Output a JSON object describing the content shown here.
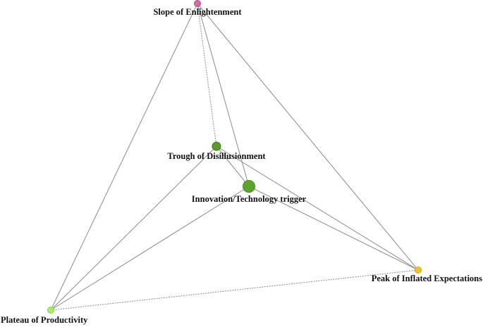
{
  "graph": {
    "nodes": [
      {
        "id": "slope",
        "label": "Slope of Enlightenment",
        "color": "#d06aa8",
        "stroke": "#b0508a"
      },
      {
        "id": "trough",
        "label": "Trough of Disillusionment",
        "color": "#5a9a2e",
        "stroke": "#3f7a18"
      },
      {
        "id": "innovation",
        "label": "Innovation/Technology trigger",
        "color": "#5da32e",
        "stroke": "#4a8a1f"
      },
      {
        "id": "peak",
        "label": "Peak of Inflated Expectations",
        "color": "#f2c12b",
        "stroke": "#d9a812"
      },
      {
        "id": "plateau",
        "label": "Plateau of Productivity",
        "color": "#a8ee6a",
        "stroke": "#8fd44f"
      }
    ],
    "edges": [
      {
        "source": "slope",
        "target": "plateau",
        "dashed": false
      },
      {
        "source": "slope",
        "target": "peak",
        "dashed": false
      },
      {
        "source": "slope",
        "target": "trough",
        "dashed": true
      },
      {
        "source": "slope",
        "target": "innovation",
        "dashed": false
      },
      {
        "source": "trough",
        "target": "innovation",
        "dashed": false
      },
      {
        "source": "trough",
        "target": "plateau",
        "dashed": false
      },
      {
        "source": "trough",
        "target": "peak",
        "dashed": false
      },
      {
        "source": "innovation",
        "target": "plateau",
        "dashed": false
      },
      {
        "source": "innovation",
        "target": "peak",
        "dashed": false
      },
      {
        "source": "plateau",
        "target": "peak",
        "dashed": true
      }
    ]
  }
}
